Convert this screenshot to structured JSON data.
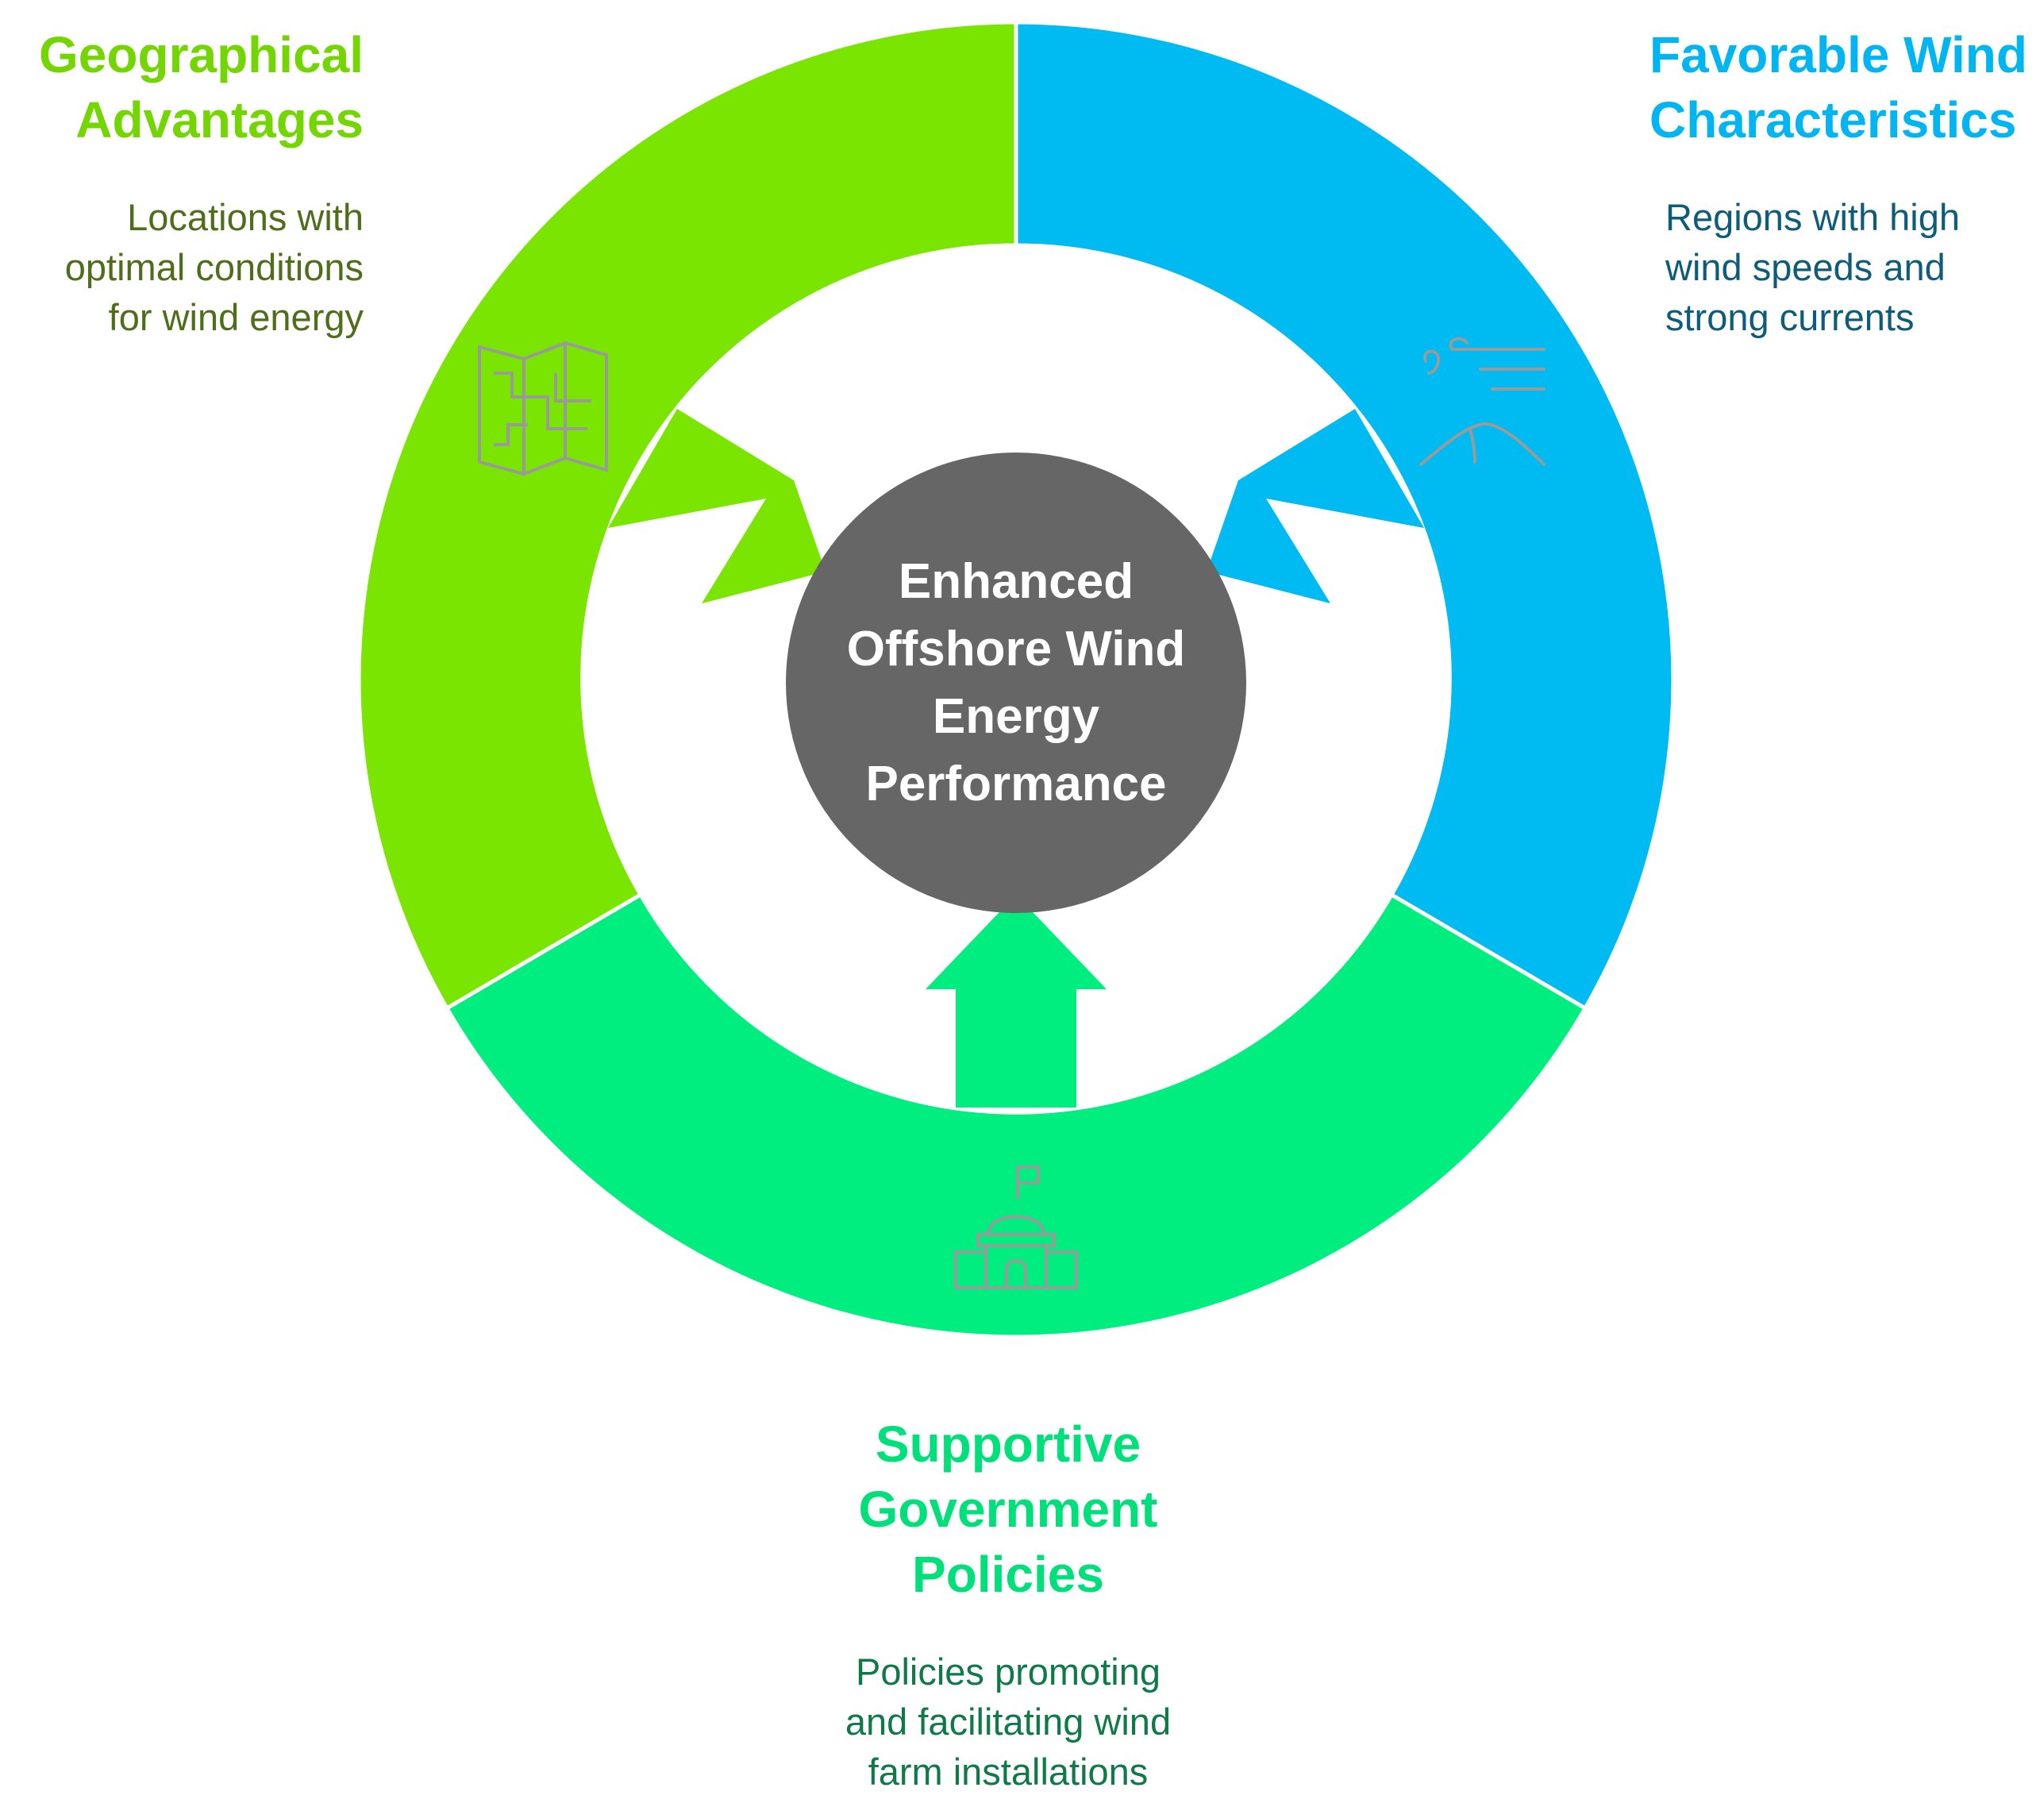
{
  "center": {
    "label": "Enhanced\nOffshore Wind\nEnergy\nPerformance",
    "color": "#666666"
  },
  "segments": [
    {
      "key": "geo",
      "title": "Geographical\nAdvantages",
      "description": "Locations with\noptimal conditions\nfor wind energy",
      "color": "#7ae500",
      "title_color": "#74d600",
      "icon": "map-icon"
    },
    {
      "key": "wind",
      "title": "Favorable Wind\nCharacteristics",
      "description": "Regions with high\nwind speeds and\nstrong currents",
      "color": "#00baf2",
      "title_color": "#00b5f1",
      "icon": "wind-icon"
    },
    {
      "key": "gov",
      "title": "Supportive\nGovernment\nPolicies",
      "description": "Policies promoting\nand facilitating wind\nfarm installations",
      "color": "#00ee80",
      "title_color": "#00e07a",
      "icon": "government-building-icon"
    }
  ]
}
